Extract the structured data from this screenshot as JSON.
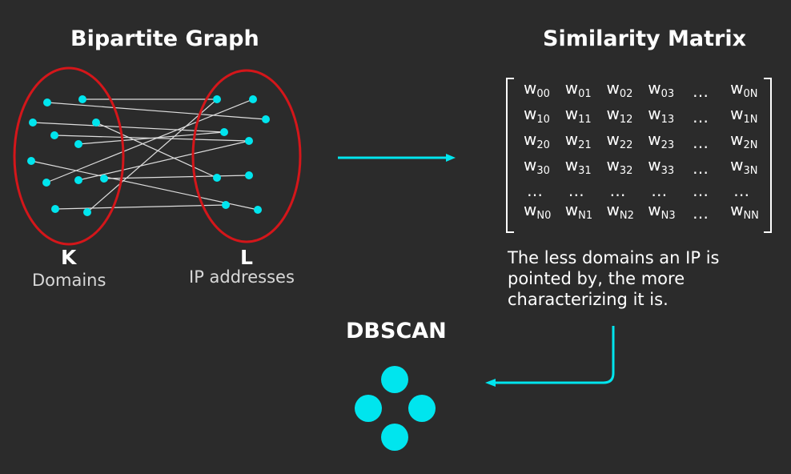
{
  "graph": {
    "title": "Bipartite Graph",
    "sets": [
      {
        "letter": "K",
        "description": "Domains"
      },
      {
        "letter": "L",
        "description": "IP addresses"
      }
    ]
  },
  "matrix": {
    "title": "Similarity Matrix",
    "rows": [
      [
        [
          "w",
          "00"
        ],
        [
          "w",
          "01"
        ],
        [
          "w",
          "02"
        ],
        [
          "w",
          "03"
        ],
        [
          "…",
          ""
        ],
        [
          "w",
          "0N"
        ]
      ],
      [
        [
          "w",
          "10"
        ],
        [
          "w",
          "11"
        ],
        [
          "w",
          "12"
        ],
        [
          "w",
          "13"
        ],
        [
          "…",
          ""
        ],
        [
          "w",
          "1N"
        ]
      ],
      [
        [
          "w",
          "20"
        ],
        [
          "w",
          "21"
        ],
        [
          "w",
          "22"
        ],
        [
          "w",
          "23"
        ],
        [
          "…",
          ""
        ],
        [
          "w",
          "2N"
        ]
      ],
      [
        [
          "w",
          "30"
        ],
        [
          "w",
          "31"
        ],
        [
          "w",
          "32"
        ],
        [
          "w",
          "33"
        ],
        [
          "…",
          ""
        ],
        [
          "w",
          "3N"
        ]
      ],
      [
        [
          "…",
          ""
        ],
        [
          "…",
          ""
        ],
        [
          "…",
          ""
        ],
        [
          "…",
          ""
        ],
        [
          "…",
          ""
        ],
        [
          "…",
          ""
        ]
      ],
      [
        [
          "w",
          "N0"
        ],
        [
          "w",
          "N1"
        ],
        [
          "w",
          "N2"
        ],
        [
          "w",
          "N3"
        ],
        [
          "…",
          ""
        ],
        [
          "w",
          "NN"
        ]
      ]
    ],
    "note": "The less domains an IP is pointed by, the more characterizing it is."
  },
  "dbscan": {
    "title": "DBSCAN"
  },
  "colors": {
    "background": "#2b2b2b",
    "accent": "#00e5ee",
    "ellipse": "#d4161a",
    "edge": "#dddddd",
    "text": "#ffffff"
  }
}
